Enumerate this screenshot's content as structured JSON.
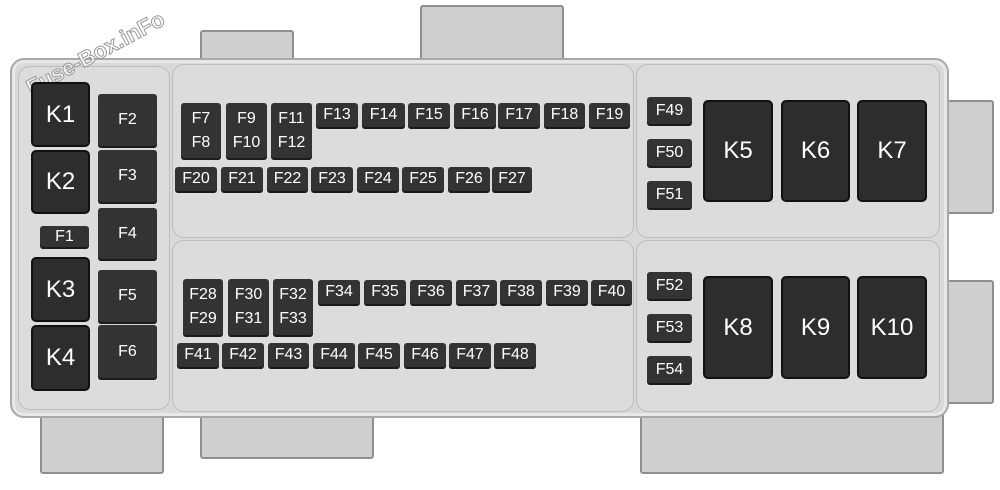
{
  "watermark": "Fuse-Box.inFo",
  "relays": [
    "K1",
    "K2",
    "K3",
    "K4",
    "K5",
    "K6",
    "K7",
    "K8",
    "K9",
    "K10"
  ],
  "fuses": {
    "left": [
      "F1",
      "F2",
      "F3",
      "F4",
      "F5",
      "F6"
    ],
    "top_double": [
      [
        "F7",
        "F8"
      ],
      [
        "F9",
        "F10"
      ],
      [
        "F11",
        "F12"
      ]
    ],
    "top_row1": [
      "F13",
      "F14",
      "F15",
      "F16",
      "F17",
      "F18",
      "F19"
    ],
    "top_row2": [
      "F20",
      "F21",
      "F22",
      "F23",
      "F24",
      "F25",
      "F26",
      "F27"
    ],
    "bottom_double": [
      [
        "F28",
        "F29"
      ],
      [
        "F30",
        "F31"
      ],
      [
        "F32",
        "F33"
      ]
    ],
    "bottom_row1": [
      "F34",
      "F35",
      "F36",
      "F37",
      "F38",
      "F39",
      "F40"
    ],
    "bottom_row2": [
      "F41",
      "F42",
      "F43",
      "F44",
      "F45",
      "F46",
      "F47",
      "F48"
    ],
    "right": [
      "F49",
      "F50",
      "F51",
      "F52",
      "F53",
      "F54"
    ]
  },
  "colors": {
    "component": "#333333",
    "housing": "#d9d9d9"
  }
}
